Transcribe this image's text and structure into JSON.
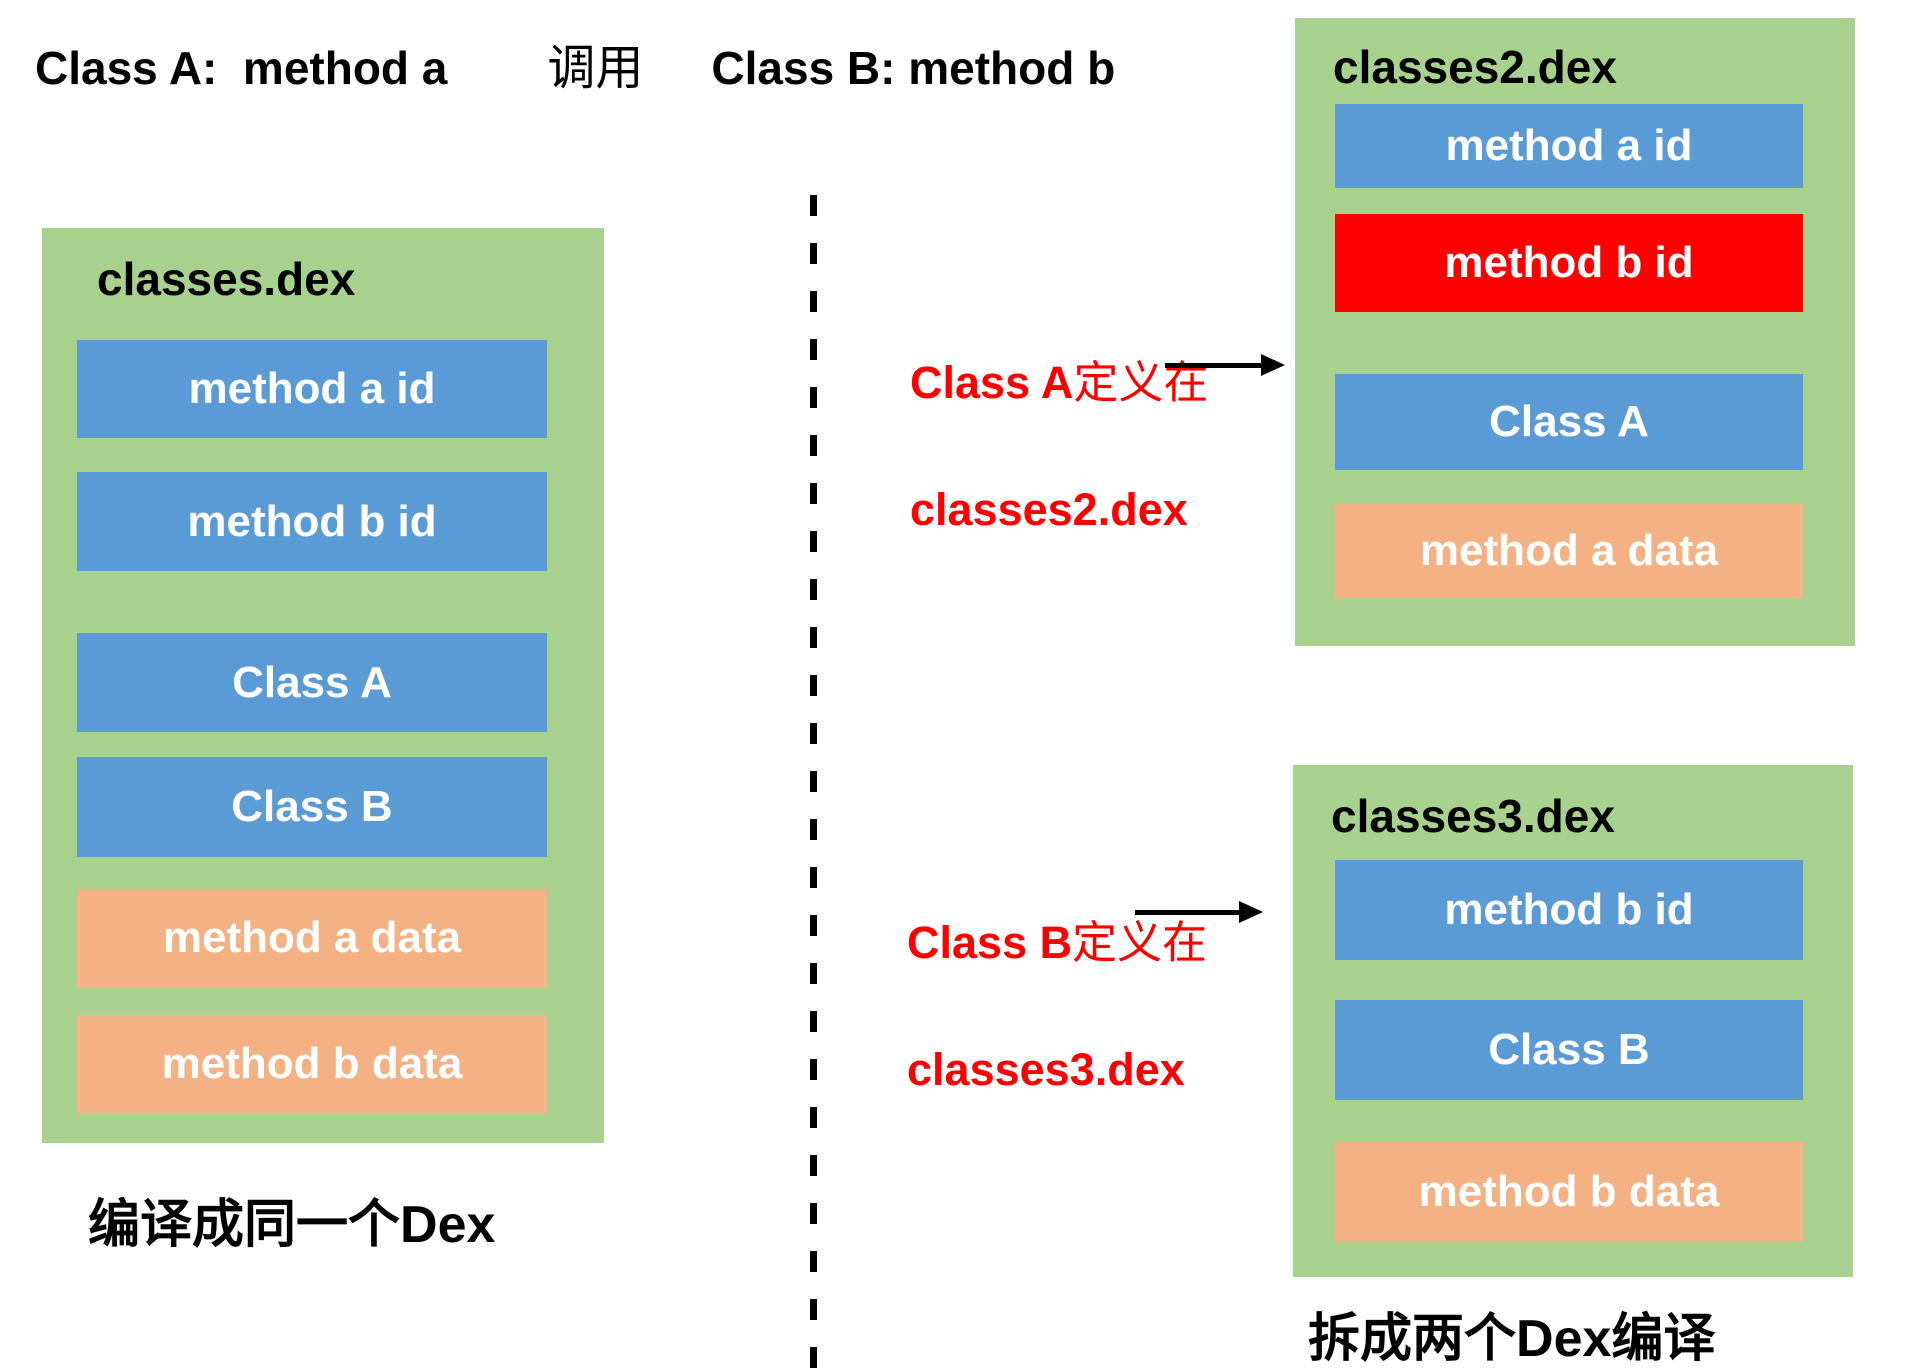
{
  "palette": {
    "green": "#A9D18E",
    "blue": "#5B9BD5",
    "orange": "#F4B183",
    "red": "#FF0000",
    "text_black": "#000000",
    "text_white": "#FFFFFF"
  },
  "header": {
    "left": "Class A:  method a",
    "middle": "调用",
    "right": "Class B: method b"
  },
  "left_dex": {
    "title": "classes.dex",
    "rows": [
      {
        "label": "method a id",
        "type": "id"
      },
      {
        "label": "method b id",
        "type": "id"
      },
      {
        "label": "Class A",
        "type": "class"
      },
      {
        "label": "Class B",
        "type": "class"
      },
      {
        "label": "method a data",
        "type": "data"
      },
      {
        "label": "method b data",
        "type": "data"
      }
    ],
    "caption": {
      "cn": "编译成同一个",
      "latin": "Dex"
    }
  },
  "annotations": {
    "note_a": {
      "latin": "Class A",
      "cn": "定义在",
      "line2": "classes2.dex"
    },
    "note_b": {
      "latin": "Class B",
      "cn": "定义在",
      "line2": "classes3.dex"
    }
  },
  "dex2": {
    "title": "classes2.dex",
    "rows": [
      {
        "label": "method a id",
        "type": "id",
        "highlight": false
      },
      {
        "label": "method b id",
        "type": "id",
        "highlight": true
      },
      {
        "label": "Class A",
        "type": "class",
        "highlight": false
      },
      {
        "label": "method a data",
        "type": "data",
        "highlight": false
      }
    ]
  },
  "dex3": {
    "title": "classes3.dex",
    "rows": [
      {
        "label": "method b id",
        "type": "id"
      },
      {
        "label": "Class B",
        "type": "class"
      },
      {
        "label": "method b data",
        "type": "data"
      }
    ],
    "caption": {
      "cn1": "拆成两个",
      "latin": "Dex",
      "cn2": "编译"
    }
  }
}
